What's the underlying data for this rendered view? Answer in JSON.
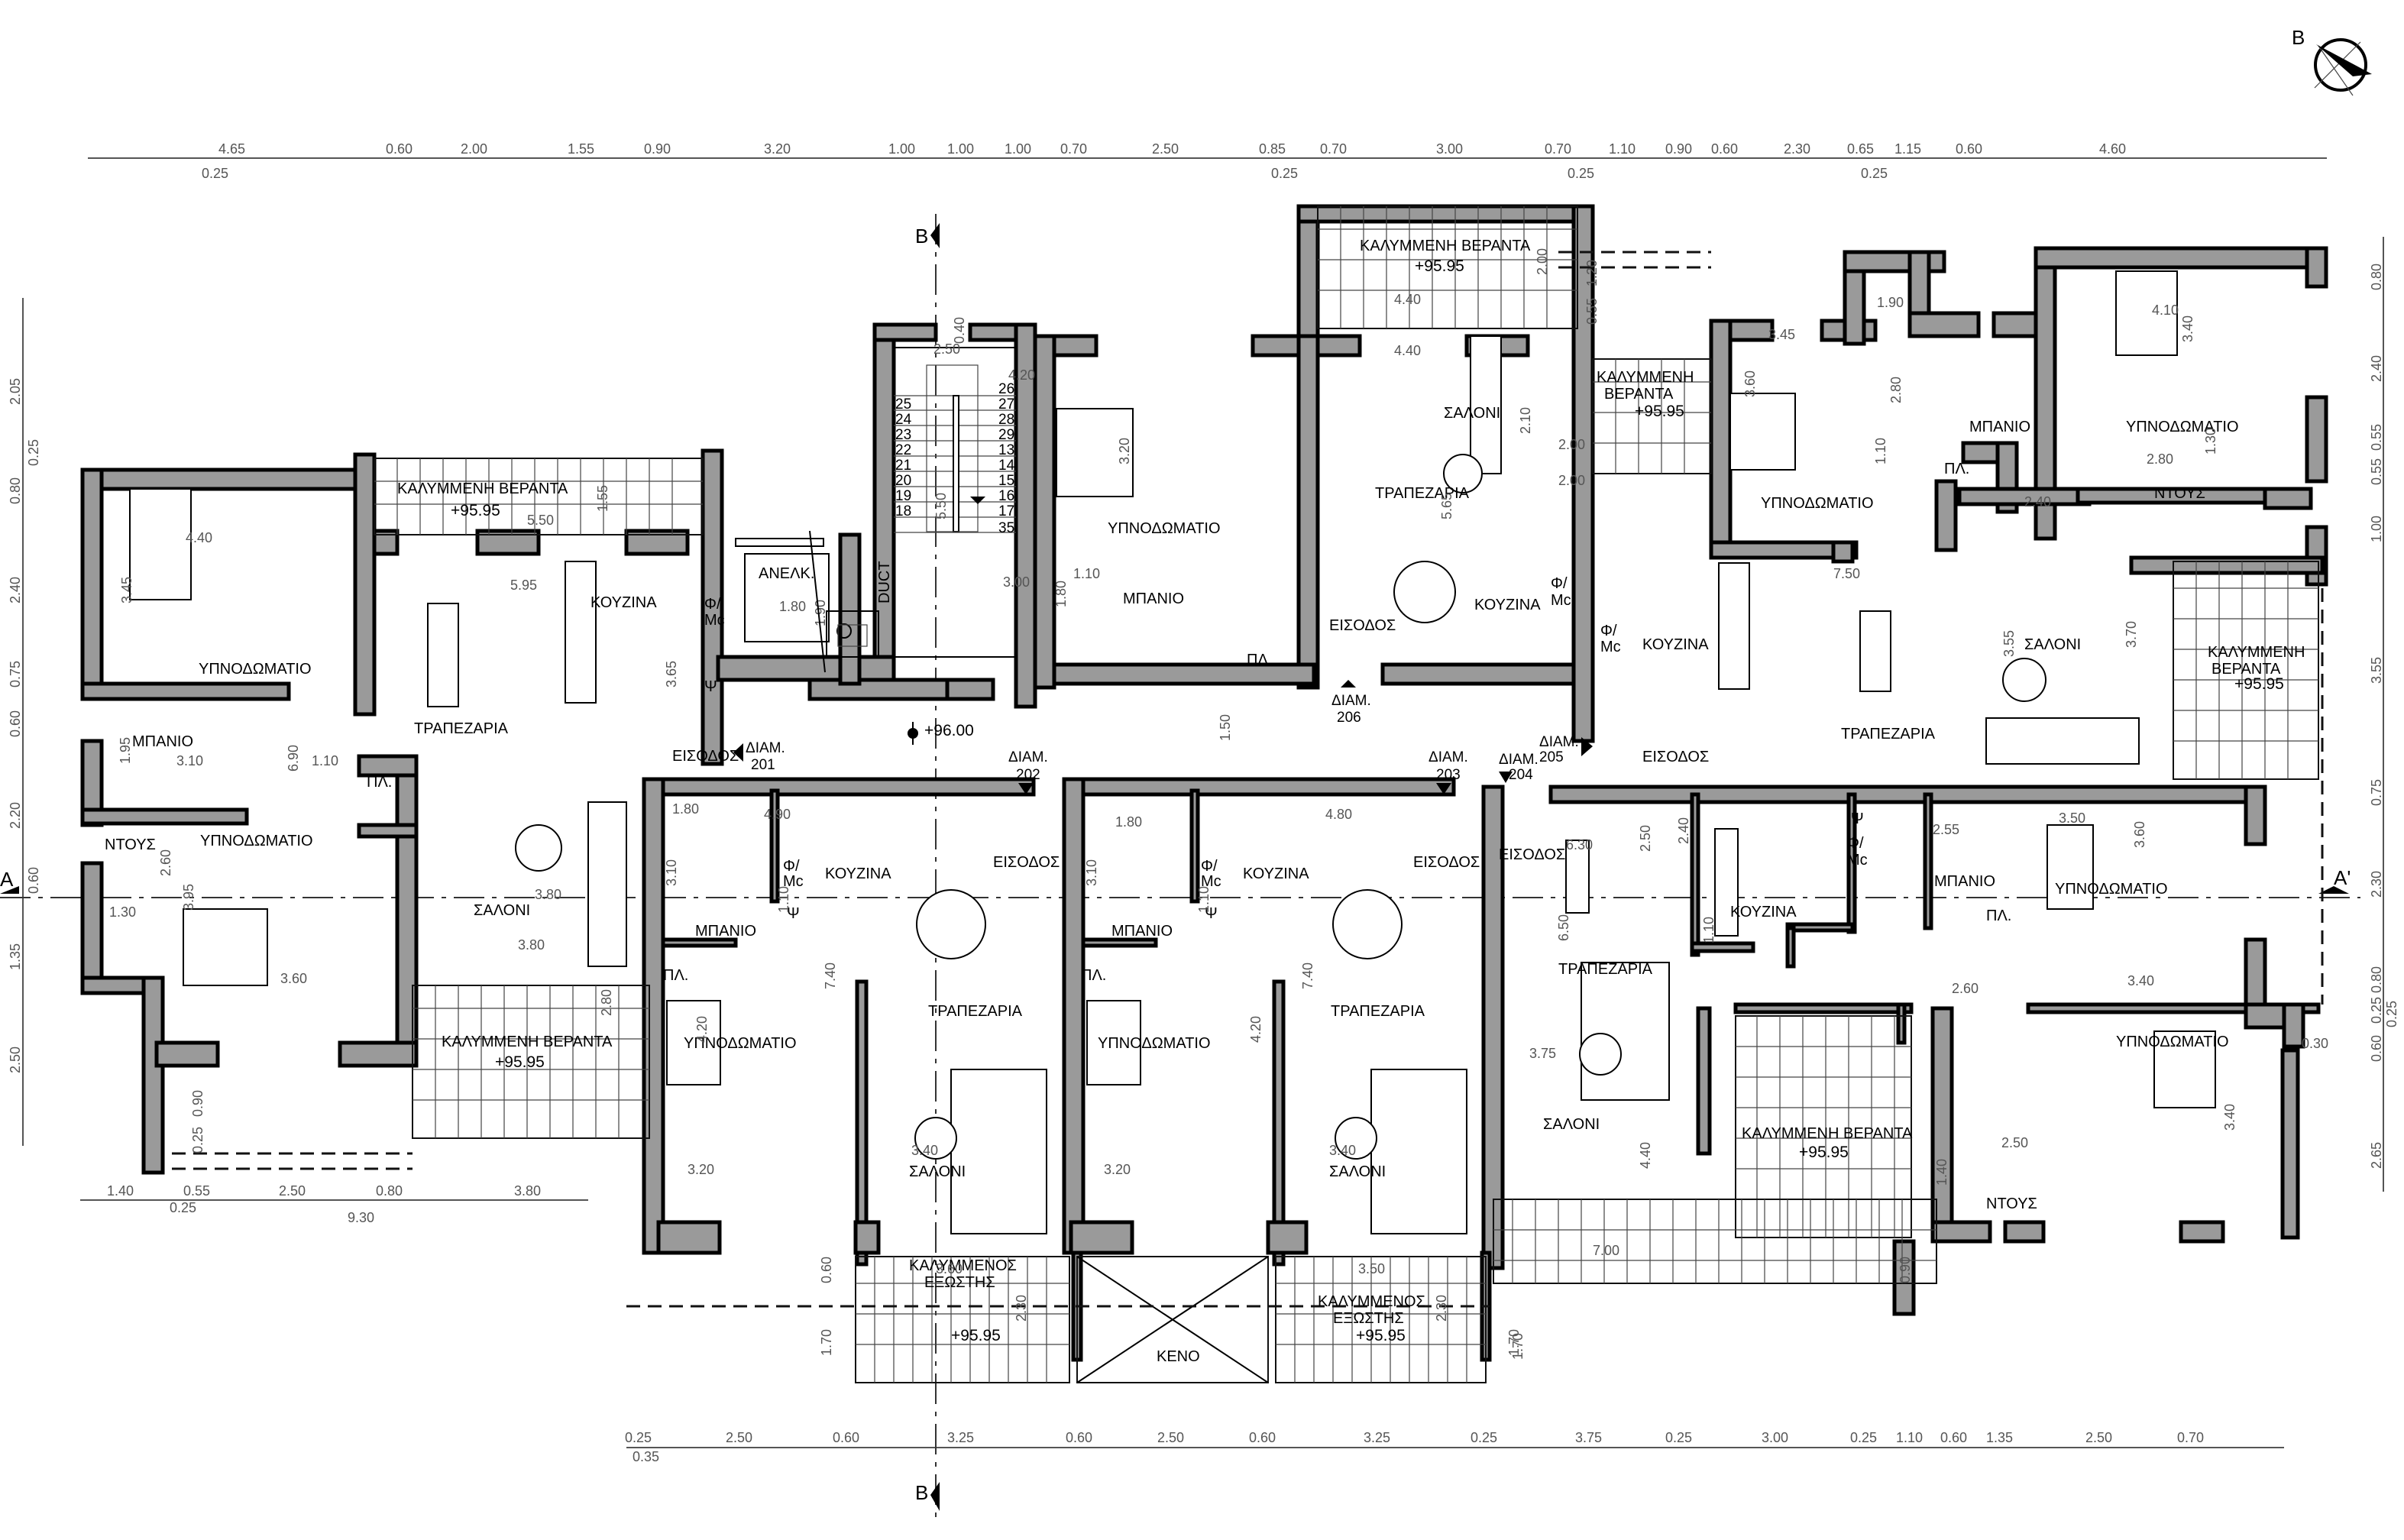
{
  "drawing": {
    "type": "floor-plan",
    "language": "Greek",
    "colors": {
      "wall_fill": "#9a9a9a",
      "wall_outline": "#000000",
      "dimension": "#555555",
      "background": "#ffffff"
    }
  },
  "north_arrow": {
    "label": "B"
  },
  "section_markers": {
    "top": "B",
    "bottom": "B",
    "left": "A",
    "right": "A'"
  },
  "entrance_level": "+96.00",
  "apartments": {
    "a201": {
      "label": "ΔΙΑΜ.",
      "number": "201"
    },
    "a202": {
      "label": "ΔΙΑΜ.",
      "number": "202"
    },
    "a203": {
      "label": "ΔΙΑΜ.",
      "number": "203"
    },
    "a204": {
      "label": "ΔΙΑΜ.",
      "number": "204"
    },
    "a205": {
      "label": "ΔΙΑΜ.",
      "number": "205"
    },
    "a206": {
      "label": "ΔΙΑΜ.",
      "number": "206"
    }
  },
  "rooms": {
    "bedroom": "ΥΠΝΟΔΩΜΑΤΙΟ",
    "bathroom": "ΜΠΑΝΙΟ",
    "shower": "ΝΤΟΥΣ",
    "kitchen": "ΚΟΥΖΙΝΑ",
    "dining": "ΤΡΑΠΕΖΑΡΙΑ",
    "living": "ΣΑΛΟΝΙ",
    "entrance": "ΕΙΣΟΔΟΣ",
    "laundry": "ΠΛ.",
    "covered_veranda": "ΚΑΛΥΜΜΕΝΗ ΒΕΡΑΝΤΑ",
    "covered_veranda_l1": "ΚΑΛΥΜΜΕΝΗ",
    "covered_veranda_l2": "ΒΕΡΑΝΤΑ",
    "covered_balcony_l1": "ΚΑΛΥΜΜΕΝΟΣ",
    "covered_balcony_l2": "ΕΞΩΣΤΗΣ",
    "void": "ΚΕΝΟ",
    "elevator": "ΑΝΕΛΚ.",
    "duct": "DUCT",
    "fridge_l1": "Φ/",
    "fridge_l2": "Mc",
    "freezer": "Ψ",
    "veranda_level": "+95.95"
  },
  "stairs": {
    "left": [
      "25",
      "24",
      "23",
      "22",
      "21",
      "20",
      "19",
      "18"
    ],
    "right": [
      "26",
      "27",
      "28",
      "29",
      "13",
      "14",
      "15",
      "16",
      "17",
      "35"
    ]
  },
  "dimensions": {
    "top": [
      "4.65",
      "0.60",
      "2.00",
      "1.55",
      "0.90",
      "3.20",
      "1.00",
      "1.00",
      "1.00",
      "0.70",
      "2.50",
      "0.85",
      "0.70",
      "3.00",
      "0.70",
      "1.10",
      "0.90",
      "0.60",
      "2.30",
      "0.65",
      "1.15",
      "0.60",
      "4.60"
    ],
    "top_sub": [
      "0.25",
      "0.25",
      "0.25",
      "0.25"
    ],
    "bottom": [
      "0.25",
      "2.50",
      "0.60",
      "3.25",
      "0.60",
      "2.50",
      "0.60",
      "3.25",
      "0.25",
      "3.75",
      "0.25",
      "3.00",
      "0.25",
      "1.10",
      "0.60",
      "1.35",
      "2.50",
      "0.70"
    ],
    "bottom_sub": "0.35",
    "left": [
      "2.05",
      "0.25",
      "0.80",
      "2.40",
      "0.75",
      "0.60",
      "2.20",
      "0.60",
      "1.35",
      "2.50"
    ],
    "right": [
      "0.80",
      "2.40",
      "0.55",
      "0.55",
      "1.00",
      "3.55",
      "0.75",
      "2.30",
      "0.80",
      "0.25",
      "0.25",
      "0.60",
      "2.65"
    ],
    "left_apt_bottom": [
      "1.40",
      "0.55",
      "2.50",
      "0.80",
      "3.80"
    ],
    "left_apt_bottom_sub": [
      "0.25",
      "9.30"
    ],
    "interior": {
      "a201_bed_w": "4.40",
      "a201_bed_h": "3.45",
      "a201_ver_w": "5.50",
      "a201_ver_h": "1.55",
      "a201_living_w": "5.95",
      "a201_kitchen_h": "3.65",
      "a201_bath_w": "3.10",
      "a201_bath_h": "1.95",
      "a201_hall": "1.10",
      "a201_depth": "6.90",
      "a201_shower_h": "2.60",
      "a201_shower_w": "1.30",
      "a201_bed2_h": "3.95",
      "a201_bed2_w": "3.60",
      "a201_sal_w": "3.80",
      "a201_ver2_w": "3.80",
      "a201_ver2_h": "2.80",
      "a201_ext1": "0.90",
      "a201_ext2": "0.25",
      "stair_w": "2.50",
      "stair_h": "5.50",
      "lift_w": "1.80",
      "lift_h": "1.90",
      "a206_bed_w": "4.20",
      "a206_bed_h": "3.20",
      "a206_bath_w": "3.00",
      "a206_bath_h": "1.80",
      "a206_pl": "1.10",
      "a206_top": "0.40",
      "a206_ver_w": "4.40",
      "a206_ver_h": "2.00",
      "a206_sal_w": "4.40",
      "a206_depth": "5.65",
      "corridor": "1.50",
      "a205_ver_h1": "1.20",
      "a205_ver_h2": "0.55",
      "a205_ver_h": "2.10",
      "a205_ver_w": "2.00",
      "a205_kit_w": "2.00",
      "a205_bed1_w": "3.45",
      "a205_bed1_h": "3.60",
      "a205_shower_w": "1.90",
      "a205_bath_h": "2.80",
      "a205_hall": "1.10",
      "a205_bed2_w": "4.10",
      "a205_bed2_h": "3.40",
      "a205_dt_w": "2.80",
      "a205_dt_h": "1.30",
      "a205_living": "7.50",
      "a205_sal_h": "3.70",
      "a205_ver2_w": "2.40",
      "a205_ver2_h": "3.55",
      "a202_sh_w": "1.80",
      "a202_bath_h": "3.10",
      "a202_kit_w": "4.90",
      "a202_hall": "1.10",
      "a202_depth": "7.40",
      "a202_bed_h": "4.20",
      "a202_bed_w": "3.20",
      "a202_sal_w": "3.40",
      "a202_bal_w": "3.60",
      "a202_bal_h": "2.30",
      "a202_ext1": "0.60",
      "a202_ext2": "1.70",
      "a203_sh_w": "1.80",
      "a203_bath_h": "3.10",
      "a203_kit_w": "4.80",
      "a203_hall": "1.10",
      "a203_depth": "7.40",
      "a203_bed_h": "4.20",
      "a203_bed_w": "3.20",
      "a203_sal_w": "3.40",
      "a203_bal_w": "3.50",
      "a203_bal_h": "2.30",
      "a203_ext": "1.70",
      "a204_w": "6.30",
      "a204_kit_h": "2.50",
      "a204_bath_h": "2.40",
      "a204_bath_w": "2.55",
      "a204_depth": "6.50",
      "a204_bed1_w": "3.50",
      "a204_bed1_h": "3.60",
      "a204_hall": "1.10",
      "a204_bed2_a": "2.60",
      "a204_bed2_w": "3.40",
      "a204_bed2_h": "3.40",
      "a204_dt_w": "2.50",
      "a204_dt_h": "1.40",
      "a204_sal_w": "3.75",
      "a204_ver_h": "4.40",
      "a204_ver_w": "7.00",
      "a204_ext1": "0.90",
      "a204_ext2": "1.70",
      "a204_notch": "0.30"
    }
  }
}
